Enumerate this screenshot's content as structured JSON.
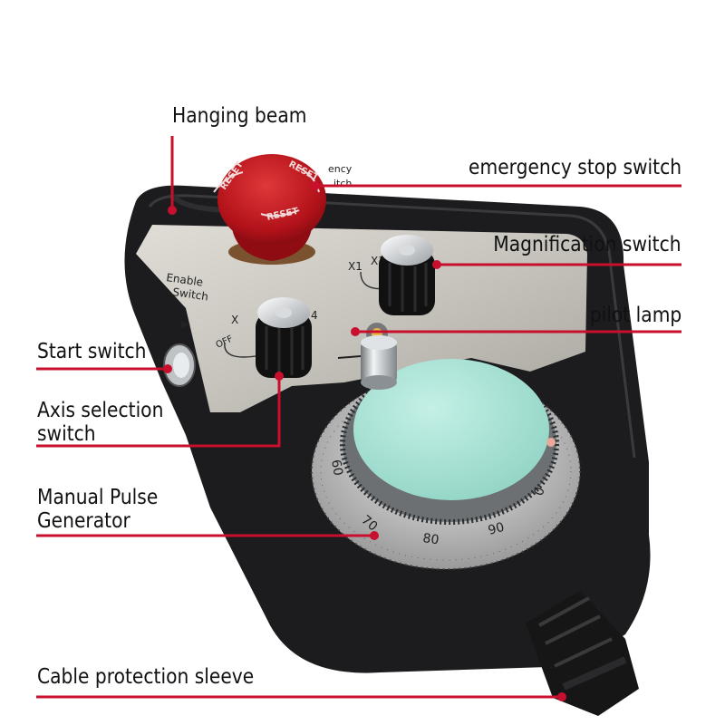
{
  "callouts": {
    "hanging_beam": "Hanging beam",
    "emergency_stop_switch": "emergency stop switch",
    "magnification_switch": "Magnification switch",
    "pilot_lamp": "pilot lamp",
    "start_switch": "Start switch",
    "axis_selection_line1": "Axis selection",
    "axis_selection_line2": "switch",
    "mpg_line1": "Manual Pulse",
    "mpg_line2": "Generator",
    "cable_protection_sleeve": "Cable protection sleeve"
  },
  "panel_text": {
    "estop_partial": "ency",
    "estop_partial2": "itch",
    "reset": "RESET",
    "enable_line1": "Enable",
    "enable_line2": "Switch",
    "axis_x": "X",
    "axis_4": "4",
    "axis_off": "OFF",
    "mag_x1": "X1",
    "mag_x10": "X10"
  },
  "dial_numbers": [
    "0",
    "90",
    "80",
    "70",
    "60"
  ],
  "colors": {
    "callout_line": "#c8102e",
    "housing": "#1c1c1e",
    "faceplate": "#c9c6bf",
    "estop_red": "#c0161b",
    "wheel_face": "#a6e3d6",
    "knob": "#111111"
  }
}
